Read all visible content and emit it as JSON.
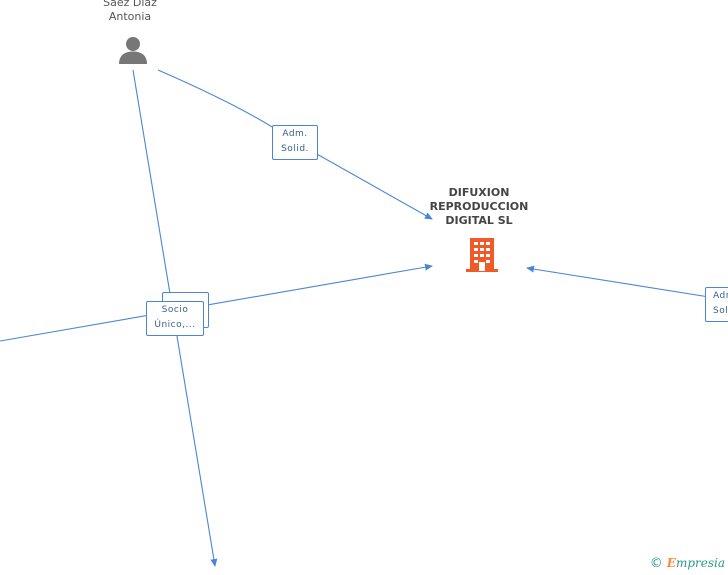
{
  "person": {
    "name": "Saez Diaz\nAntonia",
    "icon": "person-icon"
  },
  "company": {
    "name": "DIFUXION\nREPRODUCCION\nDIGITAL SL",
    "icon": "building-icon",
    "color": "#f05a28"
  },
  "relations": {
    "top": {
      "label": "Adm.\nSolid."
    },
    "left": {
      "label": "Socio\nÚnico,..."
    },
    "right": {
      "label": "Adm.\nSol"
    }
  },
  "colors": {
    "edge": "#4a86d4",
    "label_text": "#555555"
  },
  "footer": {
    "copyright": "©",
    "brand_first": "E",
    "brand_rest": "mpresia"
  }
}
